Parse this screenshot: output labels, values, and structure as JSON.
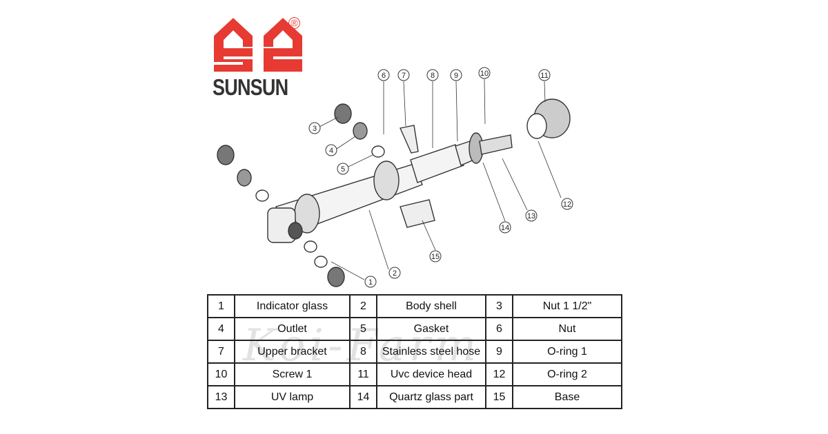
{
  "brand": {
    "name": "SUNSUN",
    "registered": "®",
    "color": "#e63a32"
  },
  "watermark": "Koi-Farm",
  "callouts": [
    "1",
    "2",
    "3",
    "4",
    "5",
    "6",
    "7",
    "8",
    "9",
    "10",
    "11",
    "12",
    "13",
    "14",
    "15"
  ],
  "parts": [
    [
      {
        "n": "1",
        "name": "Indicator glass"
      },
      {
        "n": "2",
        "name": "Body shell"
      },
      {
        "n": "3",
        "name": "Nut 1 1/2\""
      }
    ],
    [
      {
        "n": "4",
        "name": "Outlet"
      },
      {
        "n": "5",
        "name": "Gasket"
      },
      {
        "n": "6",
        "name": "Nut"
      }
    ],
    [
      {
        "n": "7",
        "name": "Upper bracket"
      },
      {
        "n": "8",
        "name": "Stainless steel hose"
      },
      {
        "n": "9",
        "name": "O-ring 1"
      }
    ],
    [
      {
        "n": "10",
        "name": "Screw 1"
      },
      {
        "n": "11",
        "name": "Uvc device head"
      },
      {
        "n": "12",
        "name": "O-ring 2"
      }
    ],
    [
      {
        "n": "13",
        "name": "UV lamp"
      },
      {
        "n": "14",
        "name": "Quartz glass part"
      },
      {
        "n": "15",
        "name": "Base"
      }
    ]
  ]
}
